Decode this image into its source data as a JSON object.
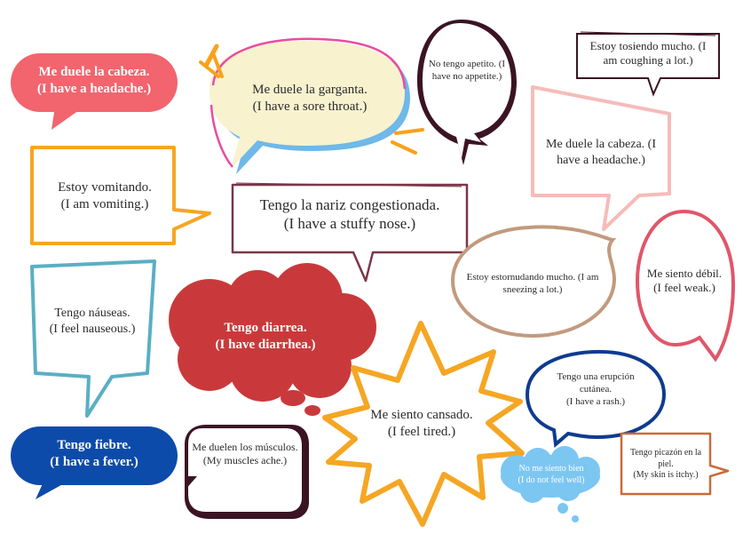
{
  "bubbles": [
    {
      "id": "headache-red",
      "text": "Me duele la cabeza.\n(I have a headache.)",
      "fill": "#f2646e"
    },
    {
      "id": "sore-throat",
      "text": "Me duele la garganta.\n(I have a sore throat.)",
      "fill": "#f8f2cf",
      "border": "#6fb8e8",
      "accent": "#f9a11b",
      "accent2": "#ea4ca0"
    },
    {
      "id": "no-appetite",
      "text": "No tengo apetito. (I\nhave no appetite.)",
      "border": "#3b1424"
    },
    {
      "id": "coughing",
      "text": "Estoy tosiendo mucho. (I\nam coughing a lot.)",
      "border": "#3b1424"
    },
    {
      "id": "vomiting",
      "text": "Estoy vomitando.\n(I am vomiting.)",
      "border": "#f5a623"
    },
    {
      "id": "stuffy-nose",
      "text": "Tengo la nariz congestionada.\n(I have a stuffy nose.)",
      "border": "#7a3648"
    },
    {
      "id": "headache-pink",
      "text": "Me duele la cabeza. (I\nhave a headache.)",
      "border": "#f5bcb9"
    },
    {
      "id": "sneezing",
      "text": "Estoy estornudando mucho. (I am\nsneezing a lot.)",
      "border": "#c29a7e"
    },
    {
      "id": "weak",
      "text": "Me siento débil.\n(I feel weak.)",
      "border": "#e0566a"
    },
    {
      "id": "nauseous",
      "text": "Tengo náuseas.\n(I feel nauseous.)",
      "border": "#5aafc4"
    },
    {
      "id": "diarrhea",
      "text": "Tengo diarrea.\n(I have diarrhea.)",
      "fill": "#c9393b"
    },
    {
      "id": "tired",
      "text": "Me siento cansado.\n(I feel tired.)",
      "border": "#f5a623"
    },
    {
      "id": "rash",
      "text": "Tengo una erupción\ncutánea.\n(I have a rash.)",
      "border": "#0f3b8f"
    },
    {
      "id": "fever",
      "text": "Tengo fiebre.\n(I have a fever.)",
      "fill": "#0d4baa"
    },
    {
      "id": "muscles",
      "text": "Me duelen los músculos.\n(My muscles ache.)",
      "border": "#3b1424"
    },
    {
      "id": "not-well",
      "text": "No me siento bien\n(I do not feel well)",
      "fill": "#7cc6f2"
    },
    {
      "id": "itchy",
      "text": "Tengo picazón en la\npiel.\n(My skin is itchy.)",
      "border": "#c96b3c"
    }
  ]
}
